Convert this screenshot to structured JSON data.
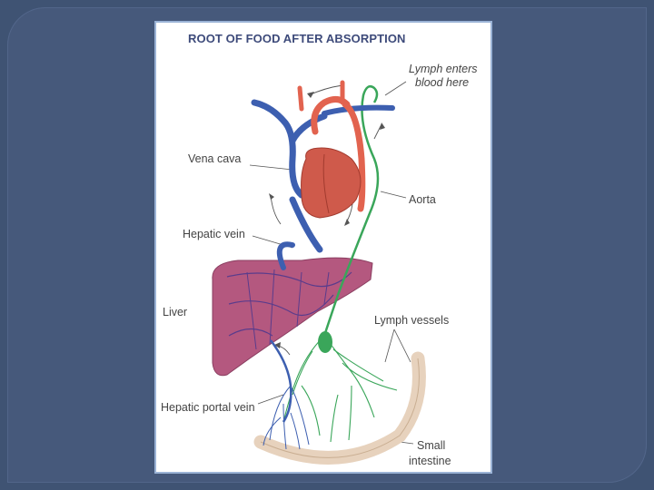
{
  "diagram": {
    "title": "ROOT OF FOOD AFTER ABSORPTION",
    "labels": {
      "lymph_enters_line1": "Lymph enters",
      "lymph_enters_line2": "blood here",
      "vena_cava": "Vena cava",
      "aorta": "Aorta",
      "hepatic_vein": "Hepatic vein",
      "liver": "Liver",
      "lymph_vessels": "Lymph vessels",
      "hepatic_portal_vein": "Hepatic portal vein",
      "small_intestine_line1": "Small",
      "small_intestine_line2": "intestine"
    }
  },
  "colors": {
    "slide_background": "#3f5373",
    "panel_border": "#9bb3d6",
    "vein_blue": "#3d5fb0",
    "artery_red": "#e2634f",
    "heart": "#cf5a4b",
    "lymph_green": "#3aa65a",
    "liver": "#b4587f",
    "intestine": "#e7d2bd"
  }
}
